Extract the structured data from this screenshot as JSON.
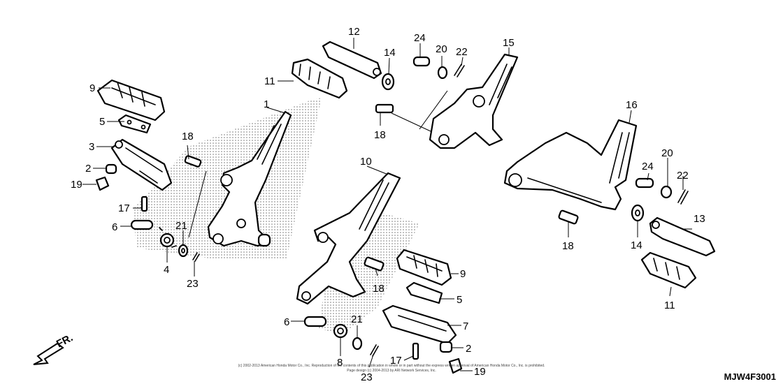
{
  "diagram_code": "MJW4F3001",
  "front_label": "FR.",
  "copyright": [
    "(c) 2002-2013 American Honda Motor Co., Inc. Reproduction of the contents of this publication in whole or in part without the express written approval of American Honda Motor Co., Inc. is prohibited.",
    "Page design (c) 2004-2013 by ARI Network Services, Inc."
  ],
  "callouts": {
    "c1": "1",
    "c2a": "2",
    "c2b": "2",
    "c3": "3",
    "c4": "4",
    "c5a": "5",
    "c5b": "5",
    "c6a": "6",
    "c6b": "6",
    "c7": "7",
    "c8": "8",
    "c9a": "9",
    "c9b": "9",
    "c10": "10",
    "c11a": "11",
    "c11b": "11",
    "c12": "12",
    "c13": "13",
    "c14a": "14",
    "c14b": "14",
    "c15": "15",
    "c16": "16",
    "c17a": "17",
    "c17b": "17",
    "c18a": "18",
    "c18b": "18",
    "c18c": "18",
    "c18d": "18",
    "c19a": "19",
    "c19b": "19",
    "c20a": "20",
    "c20b": "20",
    "c21a": "21",
    "c21b": "21",
    "c22a": "22",
    "c22b": "22",
    "c23a": "23",
    "c23b": "23",
    "c24a": "24",
    "c24b": "24"
  }
}
